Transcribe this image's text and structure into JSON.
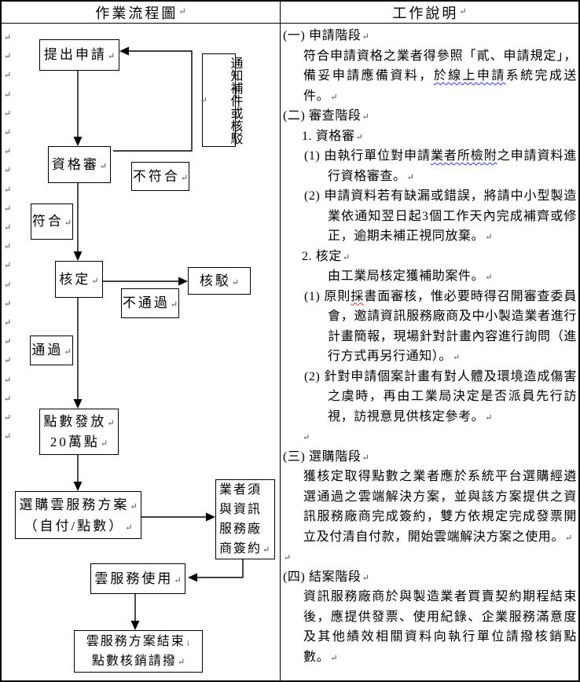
{
  "marks": {
    "pilcrow": "↵",
    "linebreak": "↓"
  },
  "colors": {
    "border": "#000000",
    "squiggle_blue": "#2a36ff",
    "squiggle_red": "#e03030"
  },
  "header": {
    "left_title": "作業流程圖",
    "right_title": "工作說明"
  },
  "flowchart": {
    "margin_pilcrow_count": 22,
    "boxes": {
      "apply": {
        "label": "提出申請"
      },
      "notify": {
        "label": "通知補件或核駁"
      },
      "qualify": {
        "label": "資格審"
      },
      "not_match": {
        "label": "不符合"
      },
      "match": {
        "label": "符合"
      },
      "approve": {
        "label": "核定"
      },
      "reject": {
        "label": "核駁"
      },
      "not_pass": {
        "label": "不通過"
      },
      "pass": {
        "label": "通過"
      },
      "points": {
        "line1": "點數發放",
        "line2": "20萬點"
      },
      "select_plan": {
        "line1": "選購雲服務方案",
        "line2": "（自付/點數）"
      },
      "sign_contract": {
        "label": "業者須與資訊服務廠商簽約"
      },
      "cloud_use": {
        "label": "雲服務使用"
      },
      "plan_end": {
        "line1": "雲服務方案結束",
        "line2": "點數核銷請撥"
      }
    }
  },
  "work": {
    "paragraphs": [
      {
        "cls": "sec",
        "segments": [
          {
            "t": "(一) 申請階段"
          }
        ]
      },
      {
        "cls": "body",
        "segments": [
          {
            "t": "符合申請資格之業者得參照「貳、申請規定」，備妥申請應備資料，"
          },
          {
            "t": "於線上申請",
            "u": "blue"
          },
          {
            "t": "系統完成送件。"
          }
        ]
      },
      {
        "cls": "sec",
        "segments": [
          {
            "t": "(二) 審查階段"
          }
        ]
      },
      {
        "cls": "num",
        "segments": [
          {
            "t": "1. 資格審"
          }
        ]
      },
      {
        "cls": "item",
        "segments": [
          {
            "t": "(1) 由執行單位對申請"
          },
          {
            "t": "業者所檢附",
            "u": "blue"
          },
          {
            "t": "之申請資料進行資格審查。"
          }
        ]
      },
      {
        "cls": "item",
        "segments": [
          {
            "t": "(2) 申請資料若有缺漏或錯誤，將請中小型製造業依通知翌日起3個工作天內完成補齊或修正，逾期未補正視同放棄。"
          }
        ]
      },
      {
        "cls": "num",
        "segments": [
          {
            "t": "2. 核定"
          }
        ]
      },
      {
        "cls": "body2",
        "segments": [
          {
            "t": "由工業局核定獲補助案件。"
          }
        ]
      },
      {
        "cls": "item",
        "segments": [
          {
            "t": "(1) 原則"
          },
          {
            "t": "採",
            "u": "red"
          },
          {
            "t": "書面審核，惟必要時得召開審查委員會，邀請資訊服務廠商及中小製造業者進行計畫簡報，現場針對計畫內容進行詢問（進行方式再另行通知）。"
          }
        ]
      },
      {
        "cls": "item",
        "segments": [
          {
            "t": "(2) 針對申請個案計畫有對人體及環境造成傷害之虞時，再由工業局決定是否派員先行訪視，訪視意見供核定參考。"
          }
        ]
      },
      {
        "cls": "num",
        "segments": []
      },
      {
        "cls": "sec",
        "segments": [
          {
            "t": "(三) 選購階段"
          }
        ]
      },
      {
        "cls": "body",
        "segments": [
          {
            "t": "獲核定取得點數之業者應於系統平台選購經遴選通過之雲端解決方案，並與該方案提供之資訊服務廠商完成簽約，雙方依規定完成發票開立及付清自付款，開始雲端解決方案之使用。"
          }
        ]
      },
      {
        "cls": "plain",
        "segments": []
      },
      {
        "cls": "sec",
        "segments": [
          {
            "t": "(四) 結案階段"
          }
        ]
      },
      {
        "cls": "body",
        "segments": [
          {
            "t": "資訊服務廠商於與製造業者買賣契約期程結束後，應提供發票、使用紀錄、企業服務滿意度及其他績效相關資料向執行單位請撥核銷點數。"
          }
        ]
      }
    ]
  }
}
